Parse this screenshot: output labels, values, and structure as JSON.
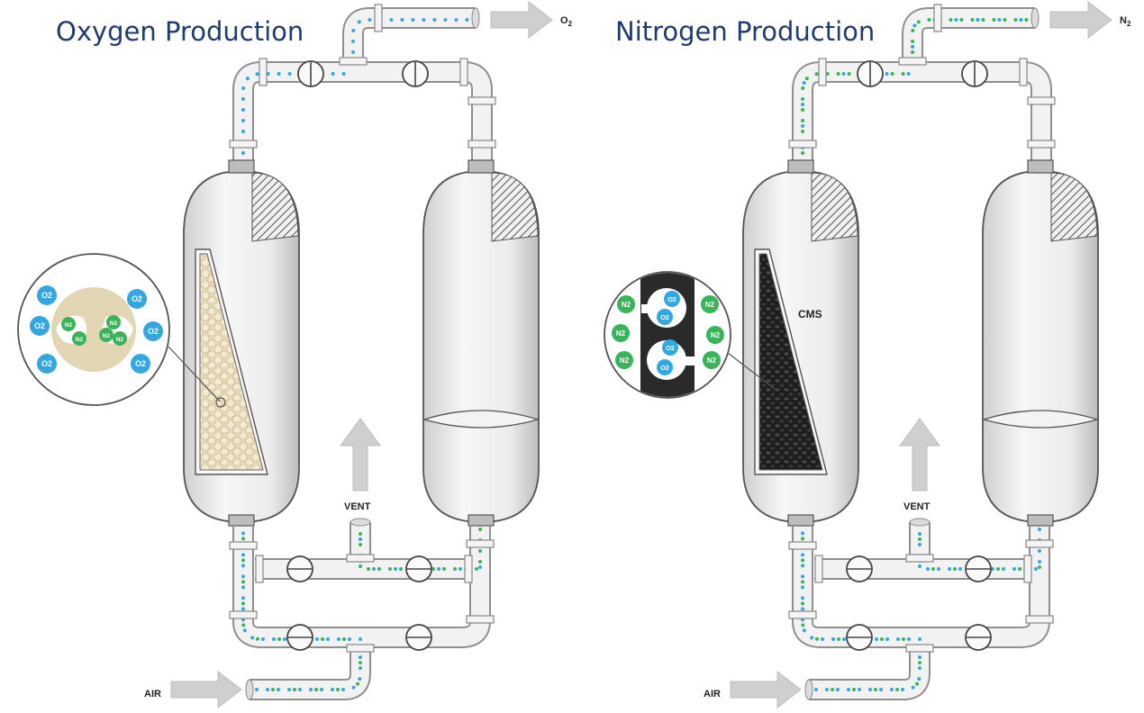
{
  "colors": {
    "title": "#1f3b70",
    "oxygen_dot": "#35a7e0",
    "nitrogen_dot": "#3bb35a",
    "sieve_zeolite": "#efe3c6",
    "sieve_cms": "#2a2a2a",
    "arrow": "#cfcfcf"
  },
  "left_panel": {
    "title": "Oxygen Production",
    "output_label": "O",
    "output_sub": "2",
    "vent_label": "VENT",
    "air_label": "AIR",
    "inset_outer": [
      "O2",
      "O2",
      "O2",
      "O2",
      "O2",
      "O2"
    ],
    "inset_inner": [
      "N2",
      "N2",
      "N2",
      "N2",
      "N2"
    ]
  },
  "right_panel": {
    "title": "Nitrogen Production",
    "output_label": "N",
    "output_sub": "2",
    "vent_label": "VENT",
    "air_label": "AIR",
    "sieve_label": "CMS",
    "inset_outer": [
      "N2",
      "N2",
      "N2",
      "N2",
      "N2",
      "N2"
    ],
    "inset_inner": [
      "O2",
      "O2",
      "O2",
      "O2"
    ]
  }
}
